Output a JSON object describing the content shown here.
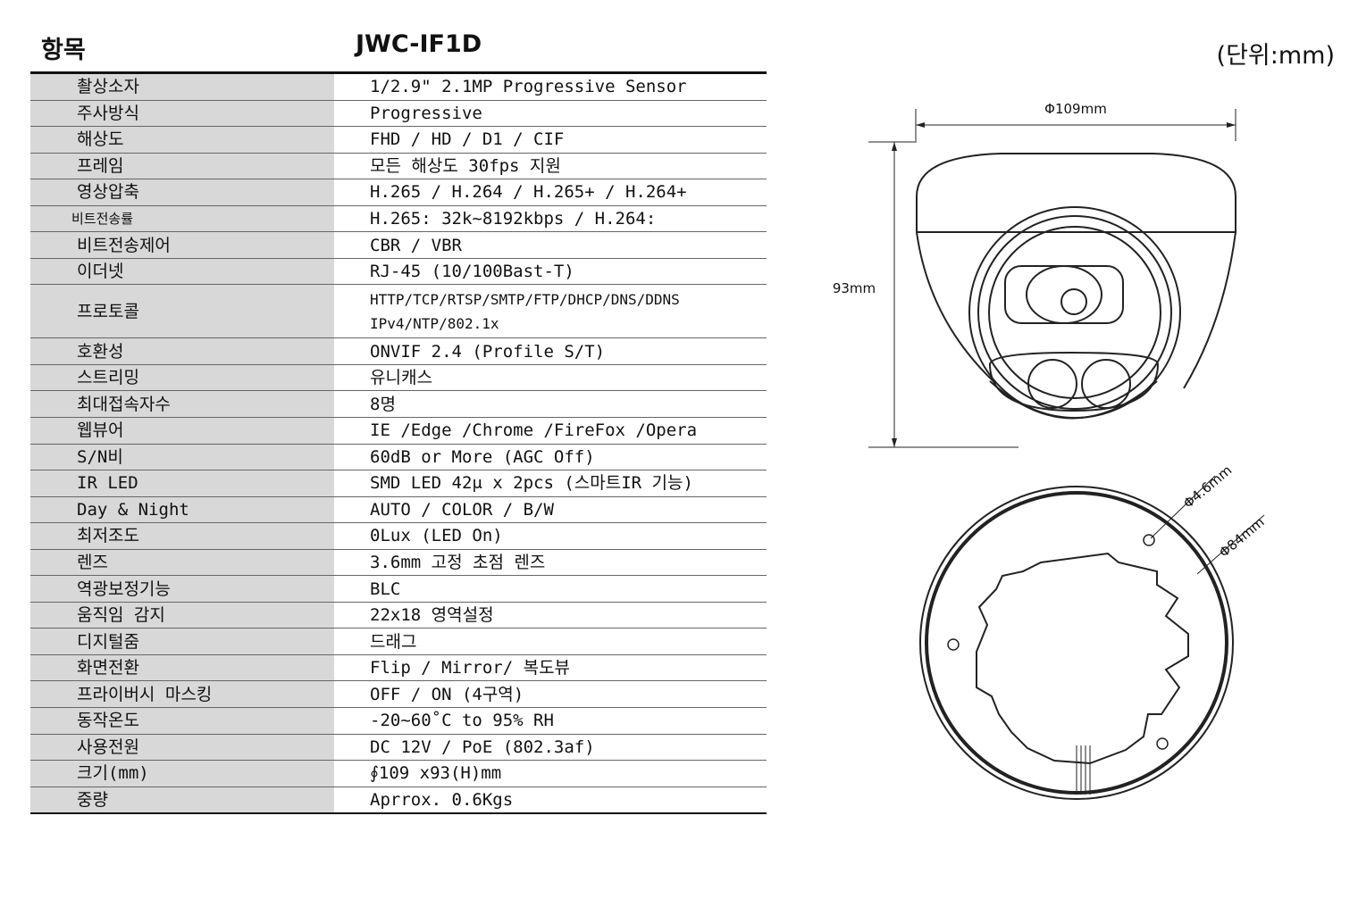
{
  "header": {
    "item_label": "항목",
    "model": "JWC-IF1D",
    "unit": "(단위:mm)"
  },
  "specs": [
    {
      "key": "촬상소자",
      "value": "1/2.9\" 2.1MP Progressive Sensor"
    },
    {
      "key": "주사방식",
      "value": "Progressive"
    },
    {
      "key": "해상도",
      "value": "FHD / HD / D1 / CIF"
    },
    {
      "key": "프레임",
      "value": "모든 해상도 30fps 지원"
    },
    {
      "key": "영상압축",
      "value": "H.265 / H.264 / H.265+ / H.264+"
    },
    {
      "key": "비트전송률",
      "value": "H.265: 32k~8192kbps / H.264:"
    },
    {
      "key": "비트전송제어",
      "value": "CBR / VBR"
    },
    {
      "key": "이더넷",
      "value": "RJ-45 (10/100Bast-T)"
    },
    {
      "key": "프로토콜",
      "value": "HTTP/TCP/RTSP/SMTP/FTP/DHCP/DNS/DDNS",
      "value2": "IPv4/NTP/802.1x"
    },
    {
      "key": "호환성",
      "value": "ONVIF 2.4 (Profile S/T)"
    },
    {
      "key": "스트리밍",
      "value": "유니캐스"
    },
    {
      "key": "최대접속자수",
      "value": "8명"
    },
    {
      "key": "웹뷰어",
      "value": "IE /Edge /Chrome /FireFox /Opera"
    },
    {
      "key": "S/N비",
      "value": "60dB or More (AGC Off)"
    },
    {
      "key": "IR LED",
      "value": "SMD LED 42μ x 2pcs (스마트IR 기능)"
    },
    {
      "key": "Day & Night",
      "value": "AUTO / COLOR / B/W"
    },
    {
      "key": "최저조도",
      "value": "0Lux (LED On)"
    },
    {
      "key": "렌즈",
      "value": "3.6mm 고정 초점 렌즈"
    },
    {
      "key": "역광보정기능",
      "value": "BLC"
    },
    {
      "key": "움직임 감지",
      "value": "22x18 영역설정"
    },
    {
      "key": "디지털줌",
      "value": "드래그"
    },
    {
      "key": "화면전환",
      "value": "Flip / Mirror/ 복도뷰"
    },
    {
      "key": "프라이버시 마스킹",
      "value": "OFF / ON (4구역)"
    },
    {
      "key": "동작온도",
      "value": "-20~60˚C to 95% RH"
    },
    {
      "key": "사용전원",
      "value": "DC 12V / PoE (802.3af)"
    },
    {
      "key": "크기(mm)",
      "value": "∮109 x93(H)mm"
    },
    {
      "key": "중량",
      "value": "Aprrox. 0.6Kgs"
    }
  ],
  "drawing": {
    "width_label": "Φ109mm",
    "height_label": "93mm",
    "hole_label": "Φ4.6mm",
    "mount_label": "Φ84mm"
  }
}
